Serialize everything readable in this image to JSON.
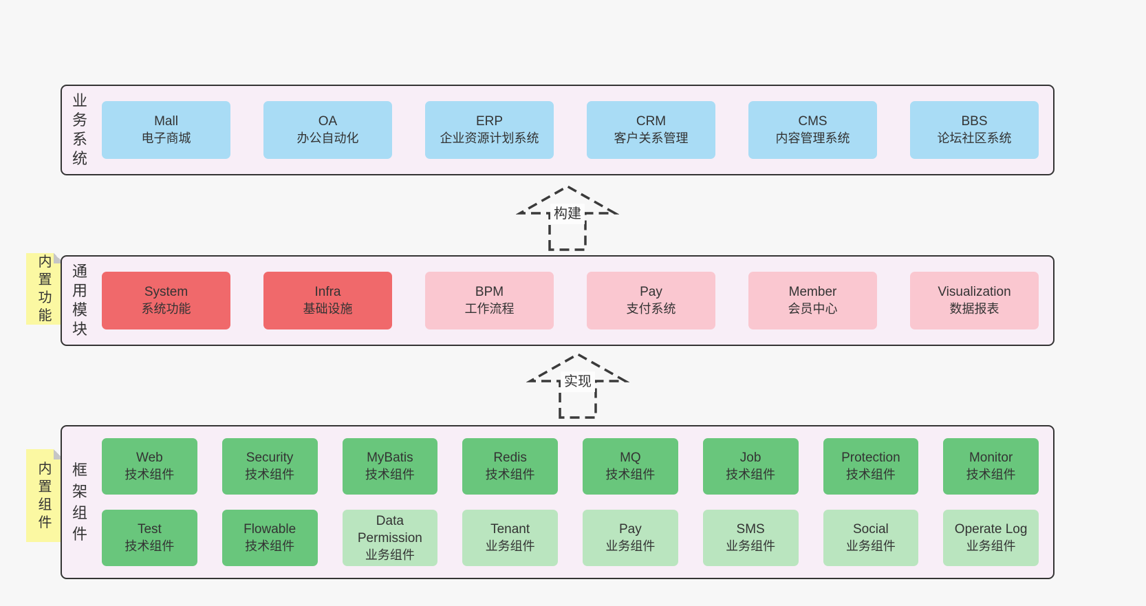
{
  "bands": [
    {
      "label": "业务系统",
      "boxes": [
        {
          "title": "Mall",
          "subtitle": "电子商城",
          "variant": "blue"
        },
        {
          "title": "OA",
          "subtitle": "办公自动化",
          "variant": "blue"
        },
        {
          "title": "ERP",
          "subtitle": "企业资源计划系统",
          "variant": "blue"
        },
        {
          "title": "CRM",
          "subtitle": "客户关系管理",
          "variant": "blue"
        },
        {
          "title": "CMS",
          "subtitle": "内容管理系统",
          "variant": "blue"
        },
        {
          "title": "BBS",
          "subtitle": "论坛社区系统",
          "variant": "blue"
        }
      ]
    },
    {
      "label": "通用模块",
      "sticky": "内置功能",
      "boxes": [
        {
          "title": "System",
          "subtitle": "系统功能",
          "variant": "red"
        },
        {
          "title": "Infra",
          "subtitle": "基础设施",
          "variant": "red"
        },
        {
          "title": "BPM",
          "subtitle": "工作流程",
          "variant": "pink"
        },
        {
          "title": "Pay",
          "subtitle": "支付系统",
          "variant": "pink"
        },
        {
          "title": "Member",
          "subtitle": "会员中心",
          "variant": "pink"
        },
        {
          "title": "Visualization",
          "subtitle": "数据报表",
          "variant": "pink"
        }
      ]
    },
    {
      "label": "框架组件",
      "sticky": "内置组件",
      "rows": [
        {
          "boxes": [
            {
              "title": "Web",
              "subtitle": "技术组件",
              "variant": "green"
            },
            {
              "title": "Security",
              "subtitle": "技术组件",
              "variant": "green"
            },
            {
              "title": "MyBatis",
              "subtitle": "技术组件",
              "variant": "green"
            },
            {
              "title": "Redis",
              "subtitle": "技术组件",
              "variant": "green"
            },
            {
              "title": "MQ",
              "subtitle": "技术组件",
              "variant": "green"
            },
            {
              "title": "Job",
              "subtitle": "技术组件",
              "variant": "green"
            },
            {
              "title": "Protection",
              "subtitle": "技术组件",
              "variant": "green"
            },
            {
              "title": "Monitor",
              "subtitle": "技术组件",
              "variant": "green"
            }
          ]
        },
        {
          "boxes": [
            {
              "title": "Test",
              "subtitle": "技术组件",
              "variant": "green"
            },
            {
              "title": "Flowable",
              "subtitle": "技术组件",
              "variant": "green"
            },
            {
              "title": "Data Permission",
              "subtitle": "业务组件",
              "variant": "lightgreen"
            },
            {
              "title": "Tenant",
              "subtitle": "业务组件",
              "variant": "lightgreen"
            },
            {
              "title": "Pay",
              "subtitle": "业务组件",
              "variant": "lightgreen"
            },
            {
              "title": "SMS",
              "subtitle": "业务组件",
              "variant": "lightgreen"
            },
            {
              "title": "Social",
              "subtitle": "业务组件",
              "variant": "lightgreen"
            },
            {
              "title": "Operate Log",
              "subtitle": "业务组件",
              "variant": "lightgreen"
            }
          ]
        }
      ]
    }
  ],
  "arrows": [
    {
      "label": "构建"
    },
    {
      "label": "实现"
    }
  ],
  "colors": {
    "page_background": "#f7f7f7",
    "band_background": "#f8eef7",
    "band_border": "#343434",
    "blue_box": "#a9dcf5",
    "red_box": "#f0696b",
    "pink_box": "#fac7d0",
    "green_box": "#69c67c",
    "light_green_box": "#bae5bf",
    "sticky_yellow": "#fbf8a2",
    "sticky_fold": "#c6c6c6",
    "text": "#333333",
    "arrow_stroke": "#3a3a3a"
  }
}
